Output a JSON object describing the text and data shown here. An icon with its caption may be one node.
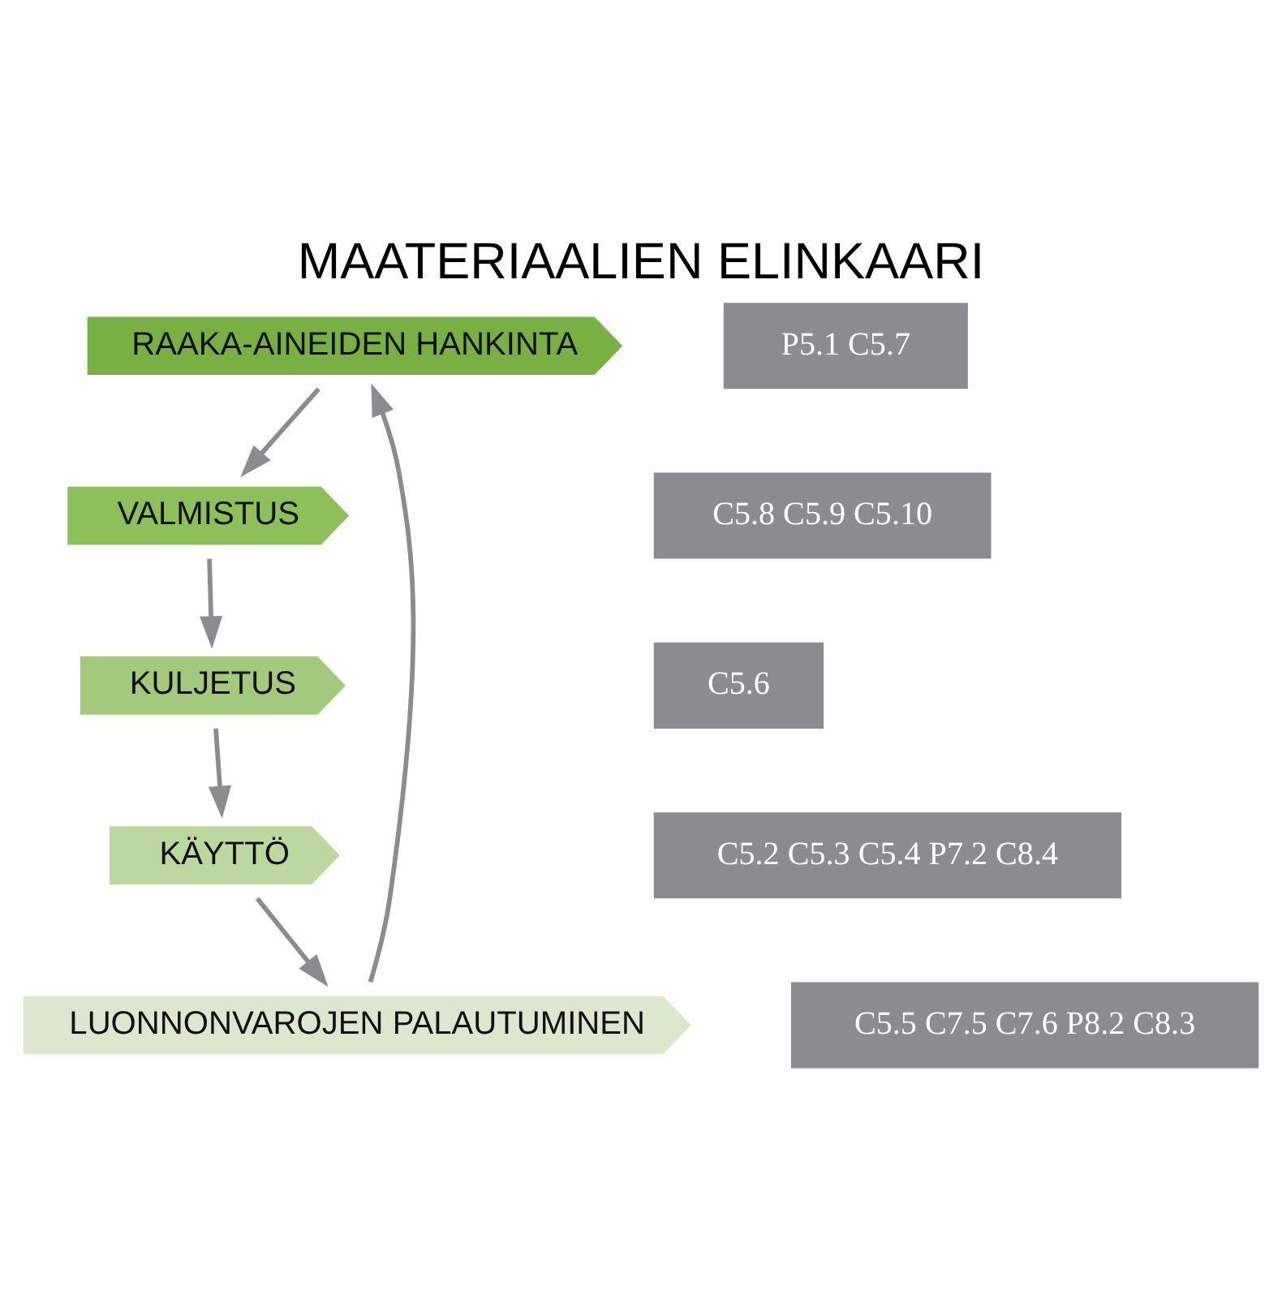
{
  "diagram": {
    "title": "MAATERIAALIEN ELINKAARI",
    "nodes": [
      {
        "text": [
          "RAAKA-AINEIDEN HANKINTA"
        ]
      },
      {
        "text": [
          "VALMISTUS"
        ]
      },
      {
        "text": [
          "KULJETUS"
        ]
      },
      {
        "text": [
          "KÄYTTÖ"
        ]
      },
      {
        "text": [
          "LUONNONVAROJEN PALAUTUMINEN"
        ]
      },
      {
        "text": [
          "P5.1 C5.7"
        ]
      },
      {
        "text": [
          "C5.8 C5.9 C5.10"
        ]
      },
      {
        "text": [
          "C5.6"
        ]
      },
      {
        "text": [
          "C5.2 C5.3 C5.4 P7.2 C8.4"
        ]
      },
      {
        "text": [
          "C5.5 C7.5 C7.6 P8.2 C8.3"
        ]
      }
    ],
    "edges": [
      {
        "from": 0,
        "to": 1,
        "arrow": "to"
      },
      {
        "from": 1,
        "to": 2,
        "arrow": "to"
      },
      {
        "from": 2,
        "to": 3,
        "arrow": "to"
      },
      {
        "from": 3,
        "to": 4,
        "arrow": "to"
      },
      {
        "from": 4,
        "to": 0,
        "arrow": "to"
      }
    ]
  }
}
